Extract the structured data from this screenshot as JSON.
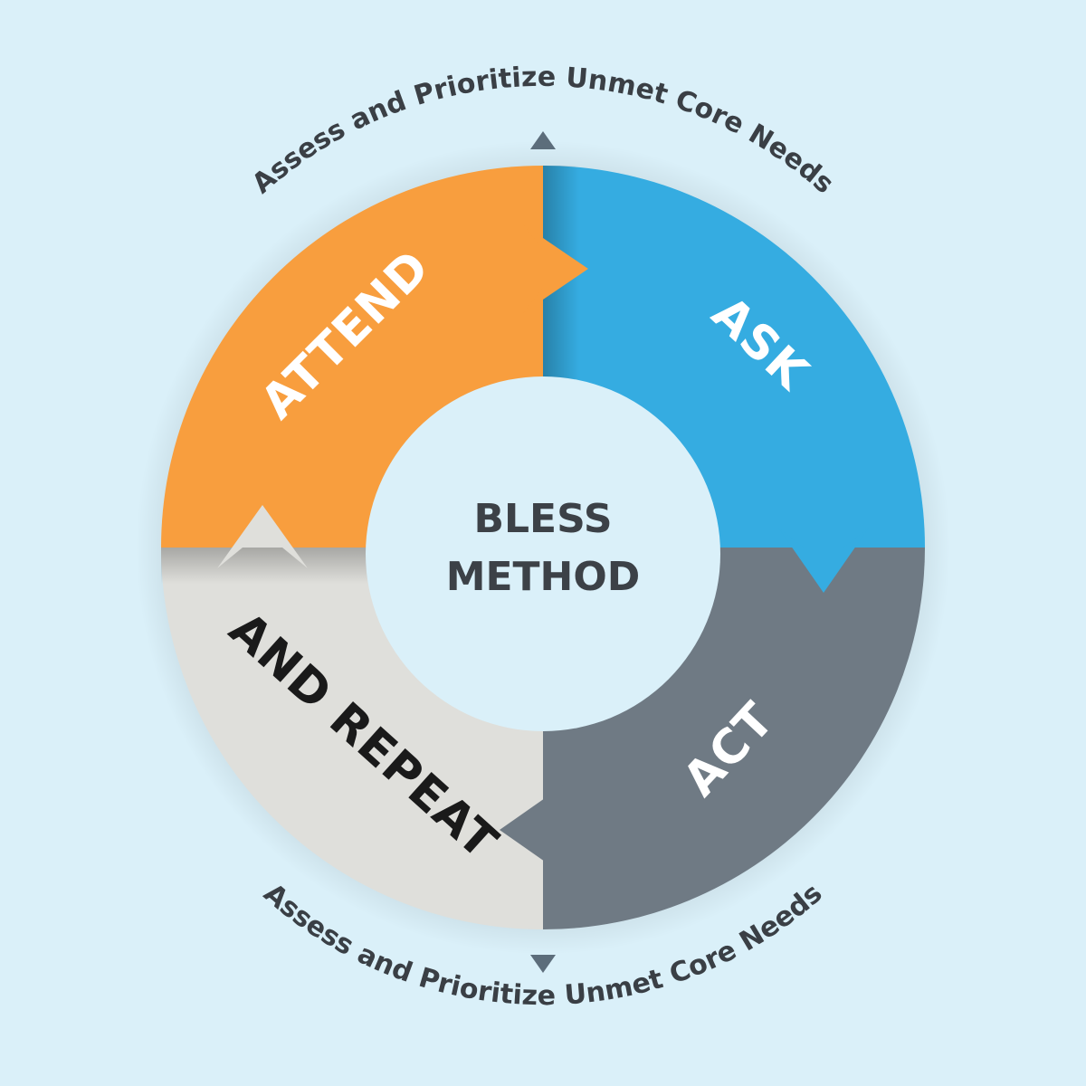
{
  "title_line1": "BLESS",
  "title_line2": "METHOD",
  "top_caption": "Assess and Prioritize Unmet Core Needs",
  "bottom_caption": "Assess and Prioritize Unmet Core Needs",
  "segments": [
    {
      "label": "ASK",
      "color": "#35ace1",
      "text_color": "#ffffff"
    },
    {
      "label": "ACT",
      "color": "#6f7a84",
      "text_color": "#ffffff"
    },
    {
      "label": "AND REPEAT",
      "color": "#dfdfdb",
      "text_color": "#1a1a1a"
    },
    {
      "label": "ATTEND",
      "color": "#f89e3e",
      "text_color": "#ffffff"
    }
  ],
  "colors": {
    "background": "#daf0f9",
    "center": "#daf0f9",
    "marker": "#5c6d7b"
  }
}
